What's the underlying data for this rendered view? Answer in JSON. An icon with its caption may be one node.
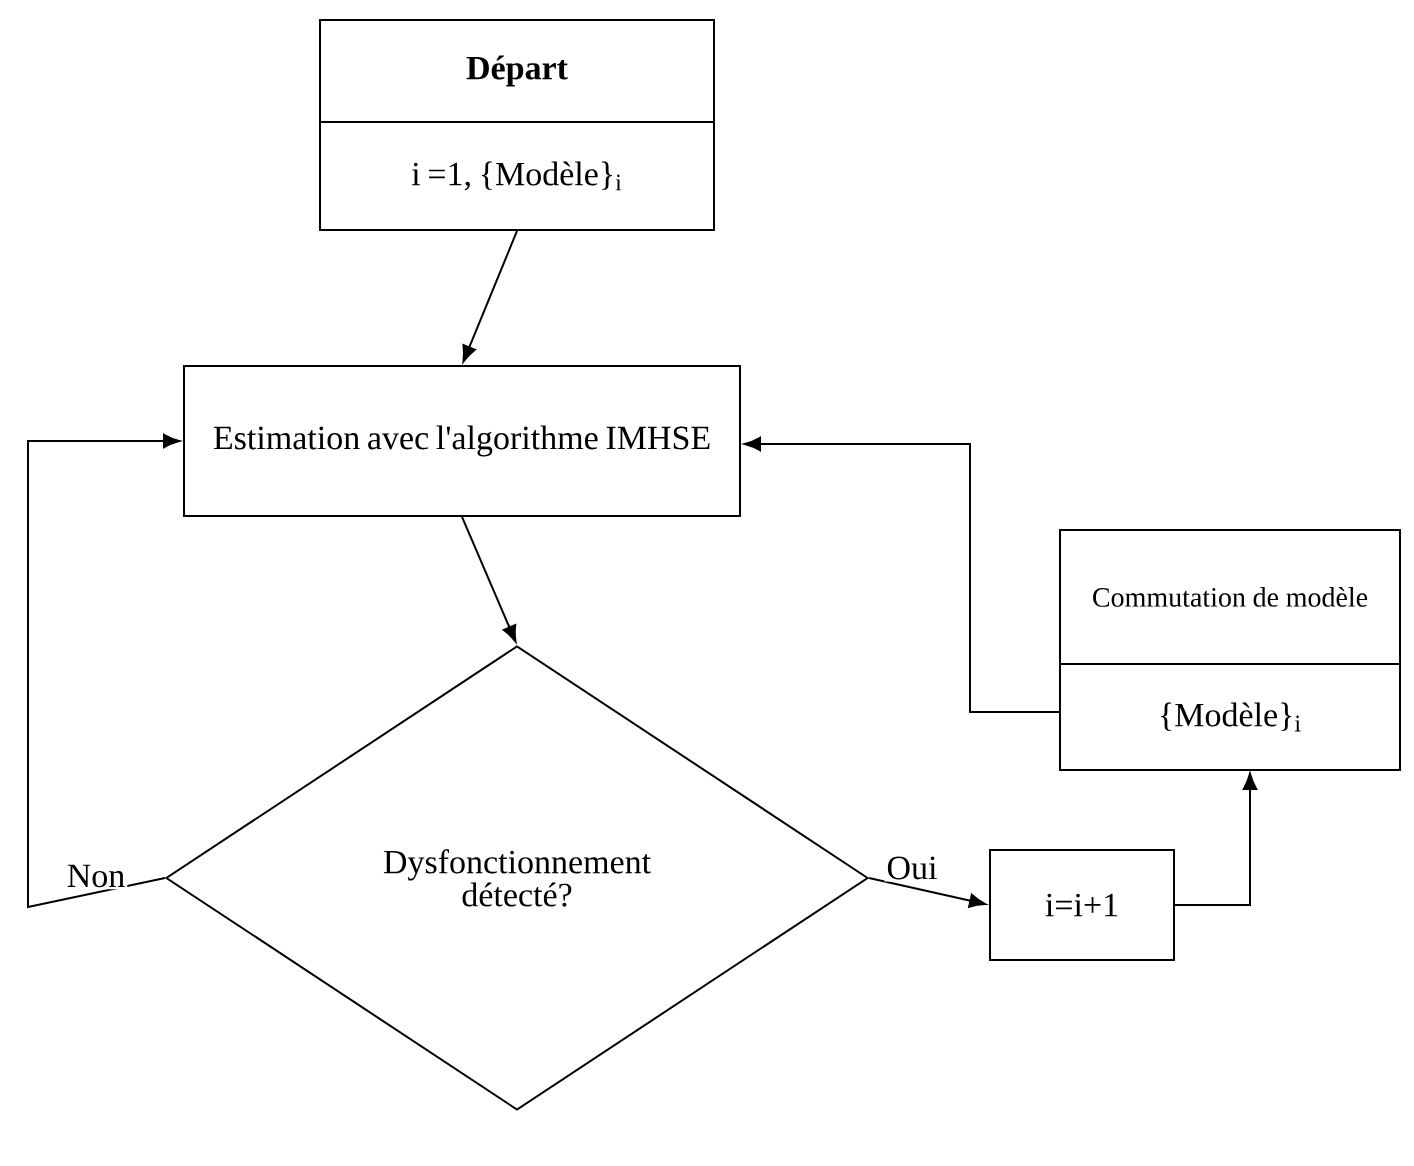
{
  "diagram": {
    "nodes": [
      {
        "text": [
          "**Départ**",
          "i =1, {Modèle}$_{i}$"
        ]
      },
      {
        "text": [
          "Estimation avec l'algorithme IMHSE"
        ]
      },
      {
        "text": [
          "Dysfonctionnement détecté?"
        ]
      },
      {
        "text": [
          "i=i+1"
        ]
      },
      {
        "text": [
          "Commutation de modèle",
          "{Modèle}$_{i}$"
        ]
      }
    ],
    "edges": [
      {
        "from": 0,
        "to": 1,
        "arrow": "to"
      },
      {
        "from": 1,
        "to": 2,
        "arrow": "to"
      },
      {
        "from": 2,
        "to": 1,
        "arrow": "to",
        "label": "Non"
      },
      {
        "from": 2,
        "to": 3,
        "arrow": "to",
        "label": "Oui"
      },
      {
        "from": 3,
        "to": 4,
        "arrow": "to"
      },
      {
        "from": 4,
        "to": 1,
        "arrow": "to"
      }
    ]
  }
}
